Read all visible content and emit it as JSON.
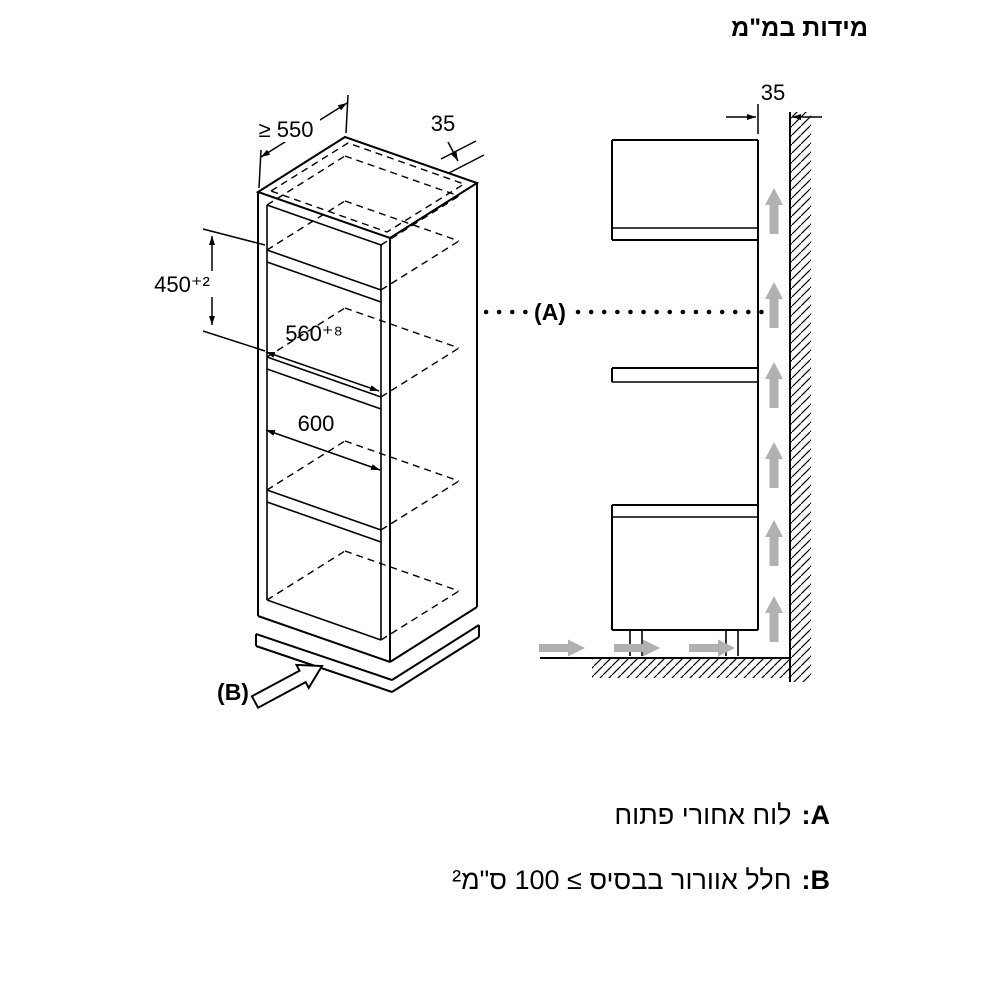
{
  "title": "מידות במ\"מ",
  "isometric_view": {
    "dim_depth_min": "≥ 550",
    "dim_top_panel": "35",
    "dim_niche_height": "450⁺²",
    "dim_niche_width": "560⁺⁸",
    "dim_depth_600": "600",
    "label_b": "(B)"
  },
  "side_view": {
    "dim_wall_gap": "35",
    "label_a": "(A)"
  },
  "legend": {
    "a_prefix": "A:",
    "a_text": "לוח אחורי פתוח",
    "b_prefix": "B:",
    "b_text": "חלל אוורור בבסיס ≥ 100 ס\"מ²"
  },
  "colors": {
    "line": "#000000",
    "airflow_arrow": "#b1b1b1"
  }
}
